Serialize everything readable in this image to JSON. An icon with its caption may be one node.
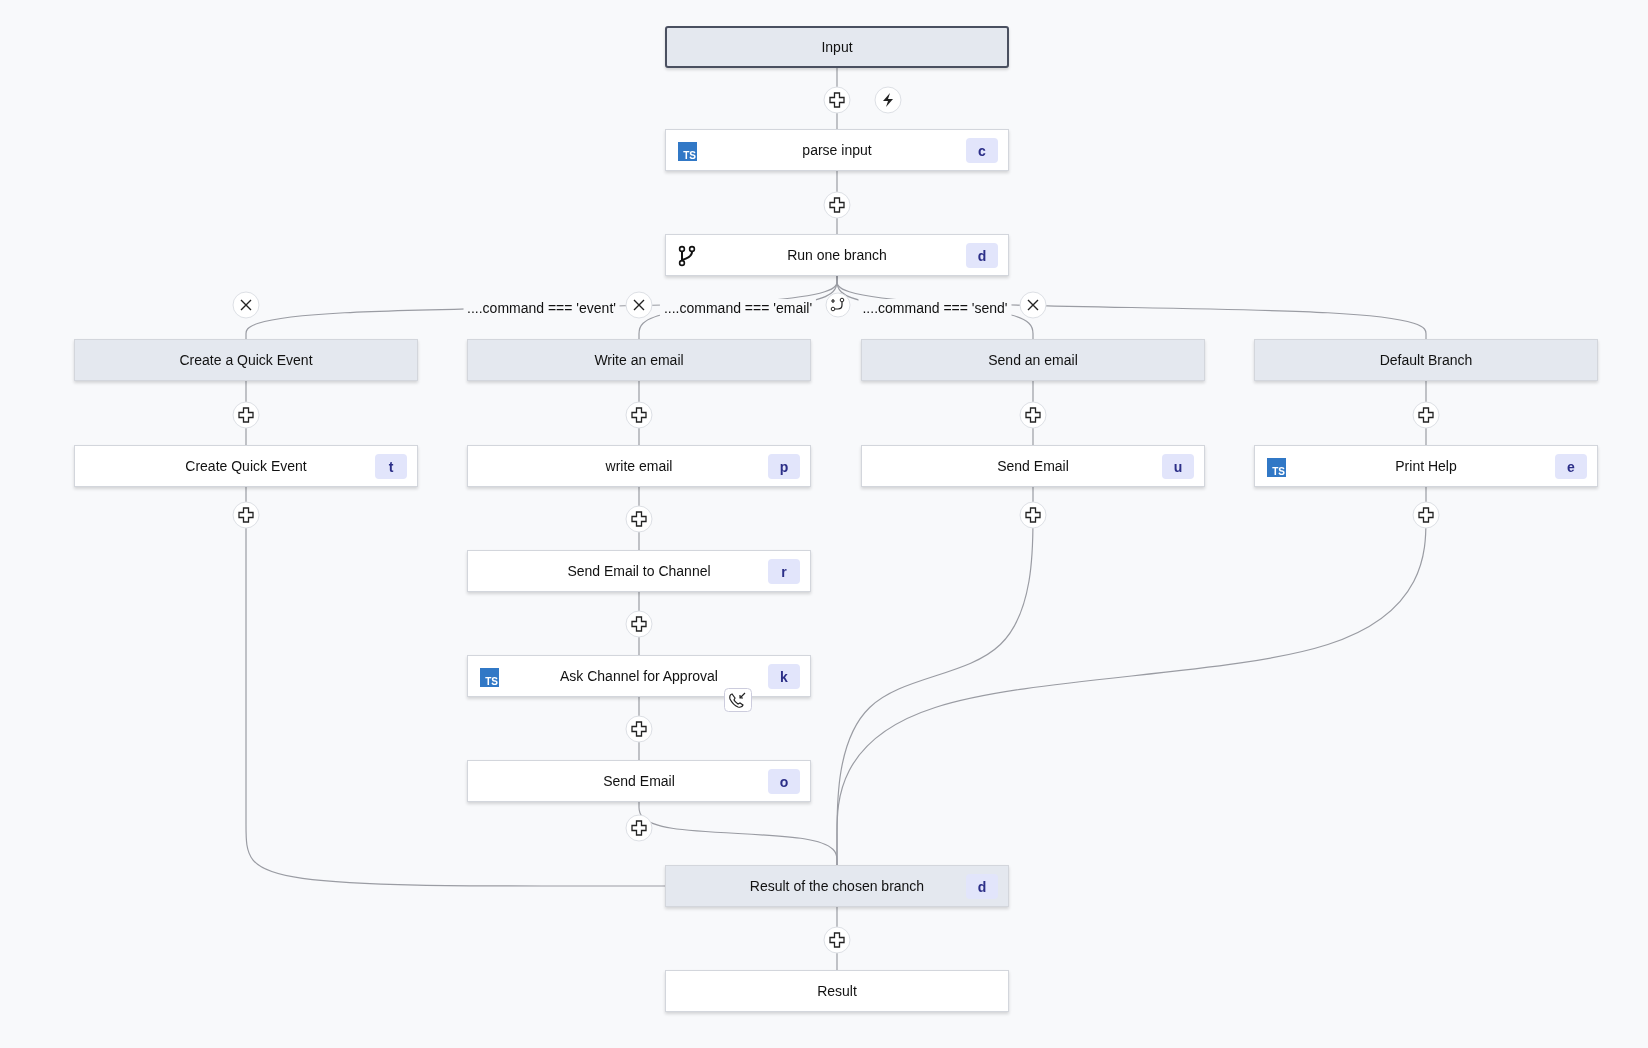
{
  "diagram": {
    "nodes": [
      {
        "text": [
          "Input"
        ]
      },
      {
        "text": [
          "TS",
          "parse input",
          "c"
        ]
      },
      {
        "text": [
          "Run one branch",
          "d"
        ]
      },
      {
        "text": [
          "Create a Quick Event"
        ]
      },
      {
        "text": [
          "Write an email"
        ]
      },
      {
        "text": [
          "Send an email"
        ]
      },
      {
        "text": [
          "Default Branch"
        ]
      },
      {
        "text": [
          "Create Quick Event",
          "t"
        ]
      },
      {
        "text": [
          "write email",
          "p"
        ]
      },
      {
        "text": [
          "Send Email to Channel",
          "r"
        ]
      },
      {
        "text": [
          "TS",
          "Ask Channel for Approval",
          "k"
        ]
      },
      {
        "text": [
          "Send Email",
          "o"
        ]
      },
      {
        "text": [
          "Send Email",
          "u"
        ]
      },
      {
        "text": [
          "TS",
          "Print Help",
          "e"
        ]
      },
      {
        "text": [
          "Result of the chosen branch",
          "d"
        ]
      },
      {
        "text": [
          "Result"
        ]
      }
    ],
    "edges": [
      {
        "from": 0,
        "to": 1,
        "arrow": "none"
      },
      {
        "from": 1,
        "to": 2,
        "arrow": "none"
      },
      {
        "from": 2,
        "to": 3,
        "arrow": "none",
        "label": "....command === 'event'"
      },
      {
        "from": 2,
        "to": 4,
        "arrow": "none",
        "label": "....command === 'email'"
      },
      {
        "from": 2,
        "to": 5,
        "arrow": "none",
        "label": "....command === 'send'"
      },
      {
        "from": 2,
        "to": 6,
        "arrow": "none"
      },
      {
        "from": 3,
        "to": 7,
        "arrow": "none"
      },
      {
        "from": 4,
        "to": 8,
        "arrow": "none"
      },
      {
        "from": 5,
        "to": 12,
        "arrow": "none"
      },
      {
        "from": 6,
        "to": 13,
        "arrow": "none"
      },
      {
        "from": 8,
        "to": 9,
        "arrow": "none"
      },
      {
        "from": 9,
        "to": 10,
        "arrow": "none"
      },
      {
        "from": 10,
        "to": 11,
        "arrow": "none"
      },
      {
        "from": 7,
        "to": 14,
        "arrow": "none"
      },
      {
        "from": 11,
        "to": 14,
        "arrow": "none"
      },
      {
        "from": 12,
        "to": 14,
        "arrow": "none"
      },
      {
        "from": 13,
        "to": 14,
        "arrow": "none"
      },
      {
        "from": 14,
        "to": 15,
        "arrow": "none"
      }
    ]
  }
}
